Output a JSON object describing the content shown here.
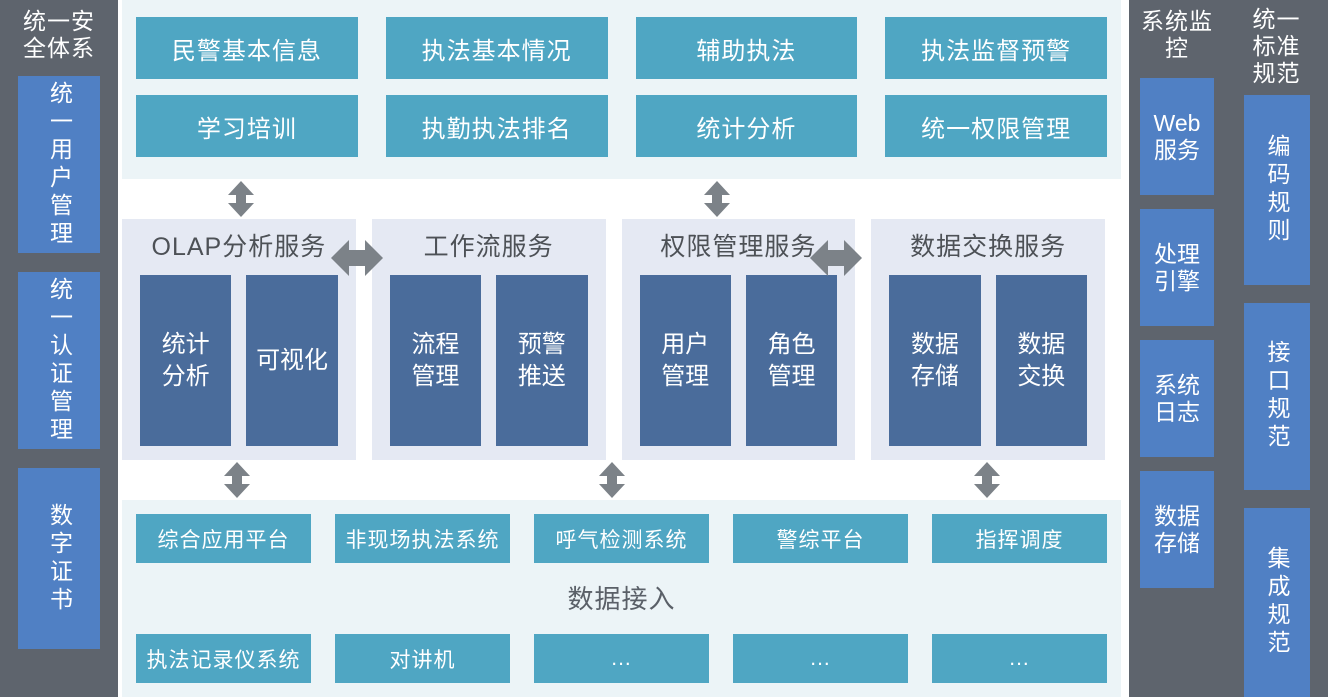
{
  "left_column": {
    "title": "统一安全体系",
    "items": [
      {
        "label": "统一用户管理"
      },
      {
        "label": "统一认证管理"
      },
      {
        "label": "数字证书"
      }
    ]
  },
  "application_layer": {
    "rows": [
      [
        {
          "label": "民警基本信息"
        },
        {
          "label": "执法基本情况"
        },
        {
          "label": "辅助执法"
        },
        {
          "label": "执法监督预警"
        }
      ],
      [
        {
          "label": "学习培训"
        },
        {
          "label": "执勤执法排名"
        },
        {
          "label": "统计分析"
        },
        {
          "label": "统一权限管理"
        }
      ]
    ]
  },
  "service_layer": {
    "panels": [
      {
        "title": "OLAP分析服务",
        "boxes": [
          {
            "label": "统计\n分析"
          },
          {
            "label": "可视化"
          }
        ]
      },
      {
        "title": "工作流服务",
        "boxes": [
          {
            "label": "流程\n管理"
          },
          {
            "label": "预警\n推送"
          }
        ]
      },
      {
        "title": "权限管理服务",
        "boxes": [
          {
            "label": "用户\n管理"
          },
          {
            "label": "角色\n管理"
          }
        ]
      },
      {
        "title": "数据交换服务",
        "boxes": [
          {
            "label": "数据\n存储"
          },
          {
            "label": "数据\n交换"
          }
        ]
      }
    ]
  },
  "data_layer": {
    "caption": "数据接入",
    "rows": [
      [
        {
          "label": "综合应用平台"
        },
        {
          "label": "非现场执法系统"
        },
        {
          "label": "呼气检测系统"
        },
        {
          "label": "警综平台"
        },
        {
          "label": "指挥调度"
        }
      ],
      [
        {
          "label": "执法记录仪系统"
        },
        {
          "label": "对讲机"
        },
        {
          "label": "..."
        },
        {
          "label": "..."
        },
        {
          "label": "..."
        }
      ]
    ]
  },
  "monitor_column": {
    "title": "系统监控",
    "items": [
      {
        "label": "Web\n服务"
      },
      {
        "label": "处理\n引擎"
      },
      {
        "label": "系统\n日志"
      },
      {
        "label": "数据\n存储"
      }
    ]
  },
  "standards_column": {
    "title": "统一标准规范",
    "items": [
      {
        "label": "编码规则"
      },
      {
        "label": "接口规范"
      },
      {
        "label": "集成规范"
      }
    ]
  },
  "colors": {
    "sidebar_bg": "#5e646d",
    "sidebar_box": "#5080c4",
    "app_panel_bg": "#ecf4f7",
    "teal_tile": "#4fa6c3",
    "service_panel_bg": "#e5e9f3",
    "navy_box": "#4a6c9b",
    "arrow": "#7c8288"
  }
}
